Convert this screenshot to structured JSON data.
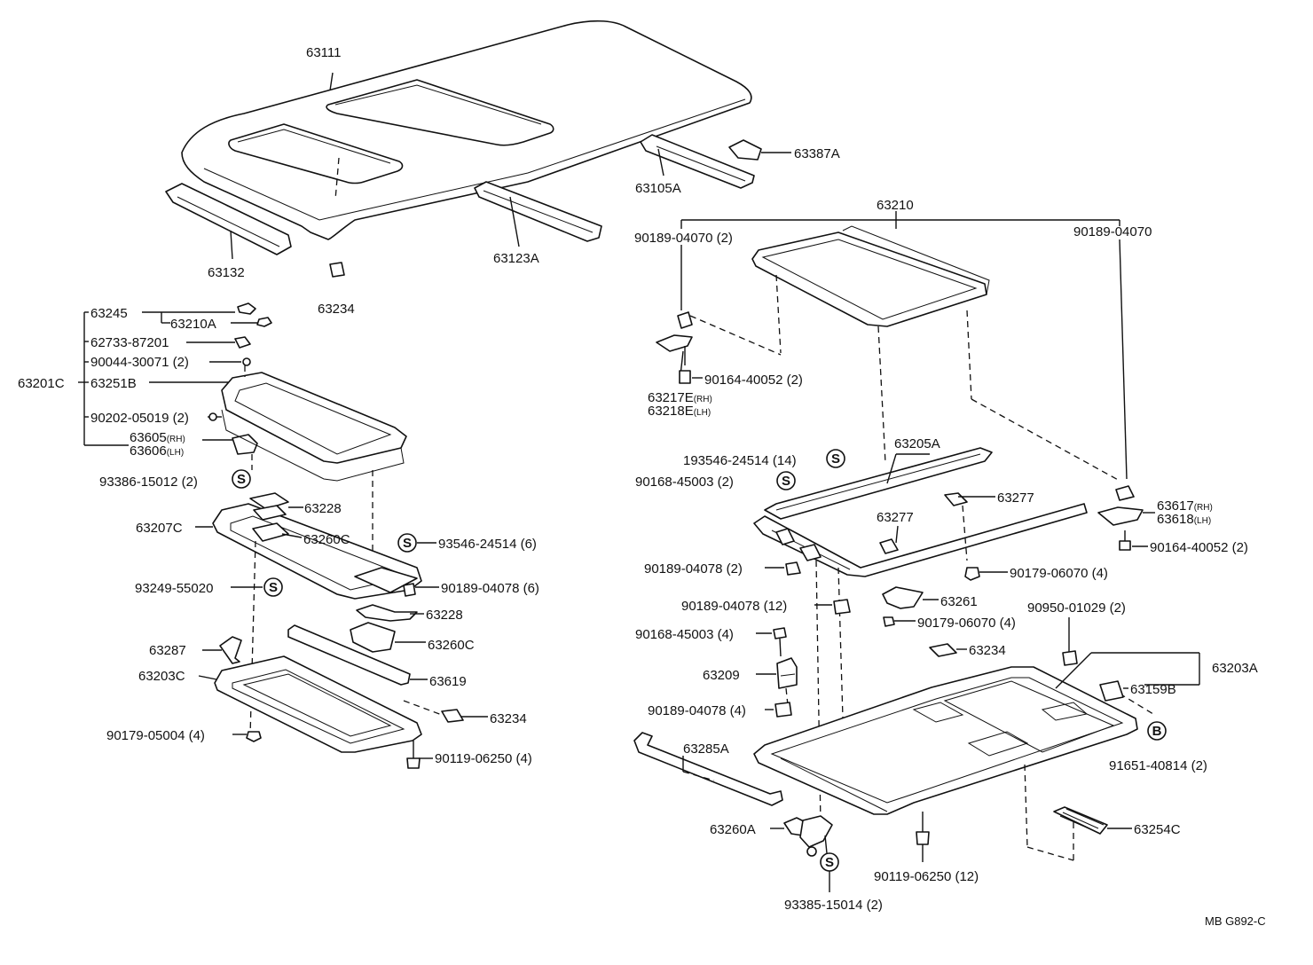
{
  "drawing_code": "MB G892-C",
  "symbols": {
    "s": "S",
    "b": "B"
  },
  "roof": {
    "p63111": "63111",
    "p63132": "63132",
    "p63234_top": "63234",
    "p63123A": "63123A",
    "p63105A": "63105A",
    "p63387A": "63387A"
  },
  "left": {
    "p63245": "63245",
    "p63210A": "63210A",
    "p62733": "62733-87201",
    "p90044": "90044-30071 (2)",
    "p63201C": "63201C",
    "p63251B": "63251B",
    "p90202": "90202-05019 (2)",
    "p63605": "63605",
    "p63606": "63606",
    "p93386": "93386-15012 (2)",
    "p63228_a": "63228",
    "p63207C": "63207C",
    "p63260C_a": "63260C",
    "p93546": "93546-24514 (6)",
    "p93249": "93249-55020",
    "p90189_6": "90189-04078 (6)",
    "p63228_b": "63228",
    "p63260C_b": "63260C",
    "p63287": "63287",
    "p63619": "63619",
    "p63203C": "63203C",
    "p63234": "63234",
    "p90179": "90179-05004 (4)",
    "p90119": "90119-06250 (4)"
  },
  "right": {
    "p63210": "63210",
    "p90189_04070_2": "90189-04070 (2)",
    "p90189_04070": "90189-04070",
    "p90164_a": "90164-40052 (2)",
    "p63217E": "63217E",
    "p63218E": "63218E",
    "p193546": "193546-24514 (14)",
    "p63205A": "63205A",
    "p90168_2": "90168-45003 (2)",
    "p63277_a": "63277",
    "p63277_b": "63277",
    "p63617": "63617",
    "p63618": "63618",
    "p90164_b": "90164-40052 (2)",
    "p90189_2": "90189-04078 (2)",
    "p90179_4a": "90179-06070 (4)",
    "p90189_12": "90189-04078 (12)",
    "p63261": "63261",
    "p90179_4b": "90179-06070 (4)",
    "p90950": "90950-01029 (2)",
    "p90168_4": "90168-45003 (4)",
    "p63234": "63234",
    "p63203A": "63203A",
    "p63209": "63209",
    "p63159B": "63159B",
    "p90189_4": "90189-04078 (4)",
    "p91651": "91651-40814 (2)",
    "p63285A": "63285A",
    "p63254C": "63254C",
    "p63260A": "63260A",
    "p90119": "90119-06250 (12)",
    "p93385": "93385-15014 (2)"
  },
  "side_marks": {
    "rh": "(RH)",
    "lh": "(LH)"
  }
}
